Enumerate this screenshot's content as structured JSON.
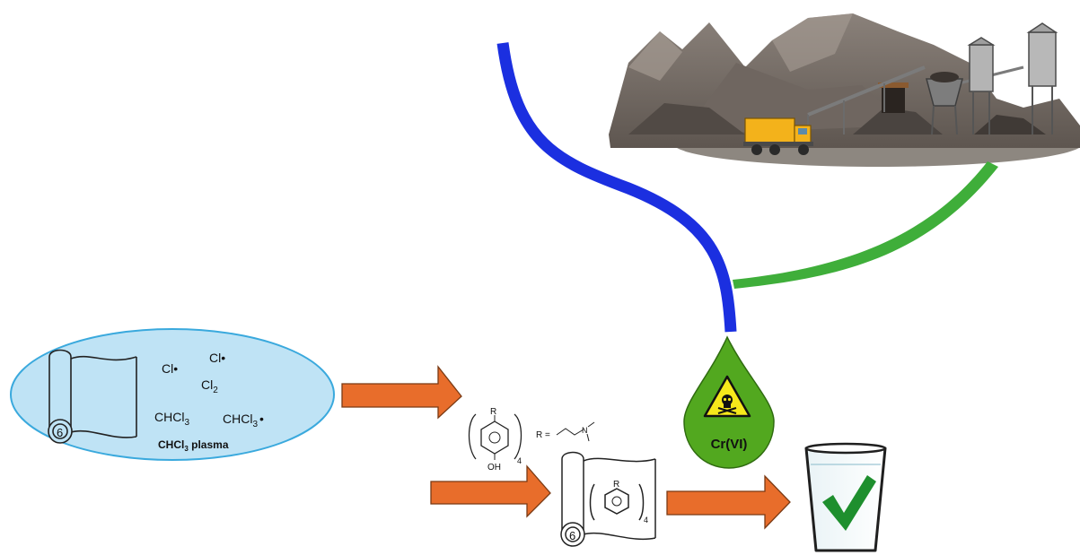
{
  "plasma": {
    "radical_1": "Cl•",
    "radical_2": "Cl•",
    "chlorine": "Cl",
    "chlorine_sub": "2",
    "chloroform": "CHCl",
    "chloroform_sub": "3",
    "chloroform_radical": "CHCl",
    "chloroform_radical_sub": "3",
    "radical_dot": "•",
    "caption_pre": "CHCl",
    "caption_sub": "3",
    "caption_post": " plasma"
  },
  "membrane": {
    "label": "6"
  },
  "calixarene": {
    "r_label": "R",
    "oh_label": "OH",
    "repeat": "4",
    "r_equals": "R =",
    "n_label": "N"
  },
  "modified_membrane": {
    "r_label": "R",
    "repeat": "4",
    "label": "6"
  },
  "contaminant": {
    "label": "Cr(VI)"
  },
  "colors": {
    "plasma_fill": "#bfe3f5",
    "plasma_stroke": "#3aa9dd",
    "arrow_fill": "#e86d2b",
    "arrow_stroke": "#7a3a14",
    "blue_stream": "#1b2fe0",
    "green_stream": "#3fae3a",
    "drop_fill": "#52a81f",
    "check": "#1e8f2e"
  },
  "icons": [
    "mining-site-illustration",
    "toxic-hazard-icon",
    "skull-icon",
    "clean-water-glass-icon",
    "checkmark-icon"
  ]
}
